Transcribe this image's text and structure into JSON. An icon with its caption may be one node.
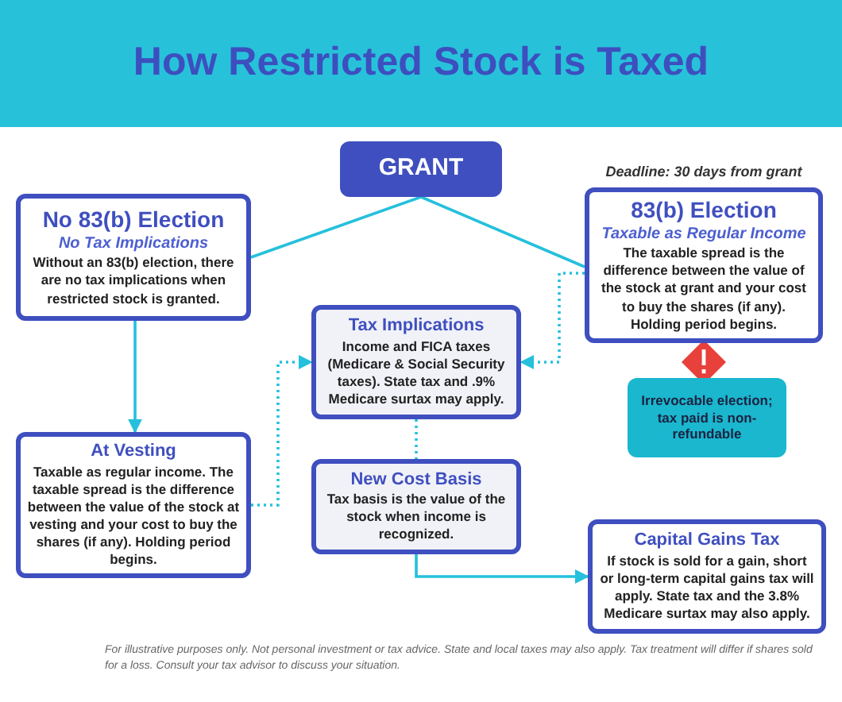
{
  "diagram": {
    "title": "How Restricted Stock is Taxed",
    "nodes": [
      {
        "text": [
          "GRANT"
        ]
      },
      {
        "text": [
          "No 83(b) Election",
          "No Tax Implications",
          "Without an 83(b) election, there are no tax implications when restricted stock is granted."
        ]
      },
      {
        "text": [
          "83(b) Election",
          "Taxable as Regular Income",
          "The taxable spread is the difference between the value of the stock **at grant** and your cost to buy the shares (if any). Holding period begins."
        ],
        "beside": [
          "Deadline: 30 days from grant"
        ]
      },
      {
        "text": [
          "Tax Implications",
          "Income and FICA taxes (Medicare & Social Security taxes). State tax and .9% Medicare surtax may apply."
        ]
      },
      {
        "text": [
          "Irrevocable election; tax paid is non-refundable"
        ]
      },
      {
        "text": [
          "At Vesting",
          "Taxable as regular income. The taxable spread is the difference between the value of the stock **at vesting** and your cost to buy the shares (if any). Holding period begins."
        ]
      },
      {
        "text": [
          "New Cost Basis",
          "Tax basis is the value of the stock when income is recognized."
        ]
      },
      {
        "text": [
          "Capital Gains Tax",
          "If stock is sold for a gain, short or long-term capital gains tax will apply. State tax and the 3.8% Medicare surtax may also apply."
        ]
      }
    ],
    "edges": [
      {
        "from": 0,
        "to": 1,
        "arrow": "none"
      },
      {
        "from": 0,
        "to": 2,
        "arrow": "none"
      },
      {
        "from": 1,
        "to": 5,
        "arrow": "to"
      },
      {
        "from": 5,
        "to": 3,
        "arrow": "to",
        "style": "dashed"
      },
      {
        "from": 2,
        "to": 3,
        "arrow": "to",
        "style": "dashed"
      },
      {
        "from": 3,
        "to": 6,
        "arrow": "none",
        "style": "dashed"
      },
      {
        "from": 6,
        "to": 7,
        "arrow": "to"
      }
    ],
    "labels": [
      "For illustrative purposes only. Not personal investment or tax advice. State and local taxes may also apply. Tax treatment will differ if shares sold for a loss. Consult your tax advisor to discuss your situation."
    ]
  }
}
